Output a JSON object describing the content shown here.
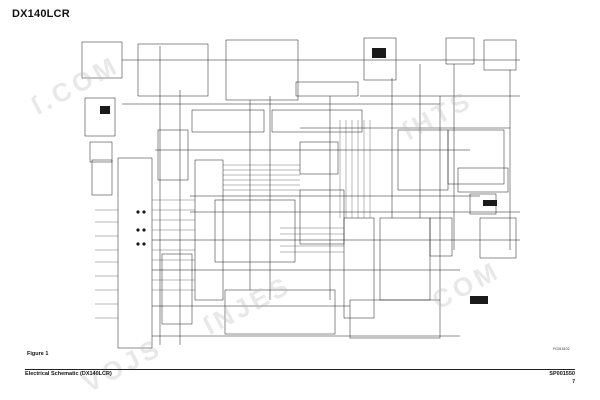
{
  "document": {
    "title": "DX140LCR",
    "figure_label": "Figure 1",
    "figure_ref": "FG015102",
    "footer_left": "Electrical Schematic (DX140LCR)",
    "footer_right": "SP001550",
    "page_number": "7"
  },
  "colors": {
    "line": "#1a1a1a",
    "background": "#ffffff",
    "watermark": "#bebebe"
  }
}
